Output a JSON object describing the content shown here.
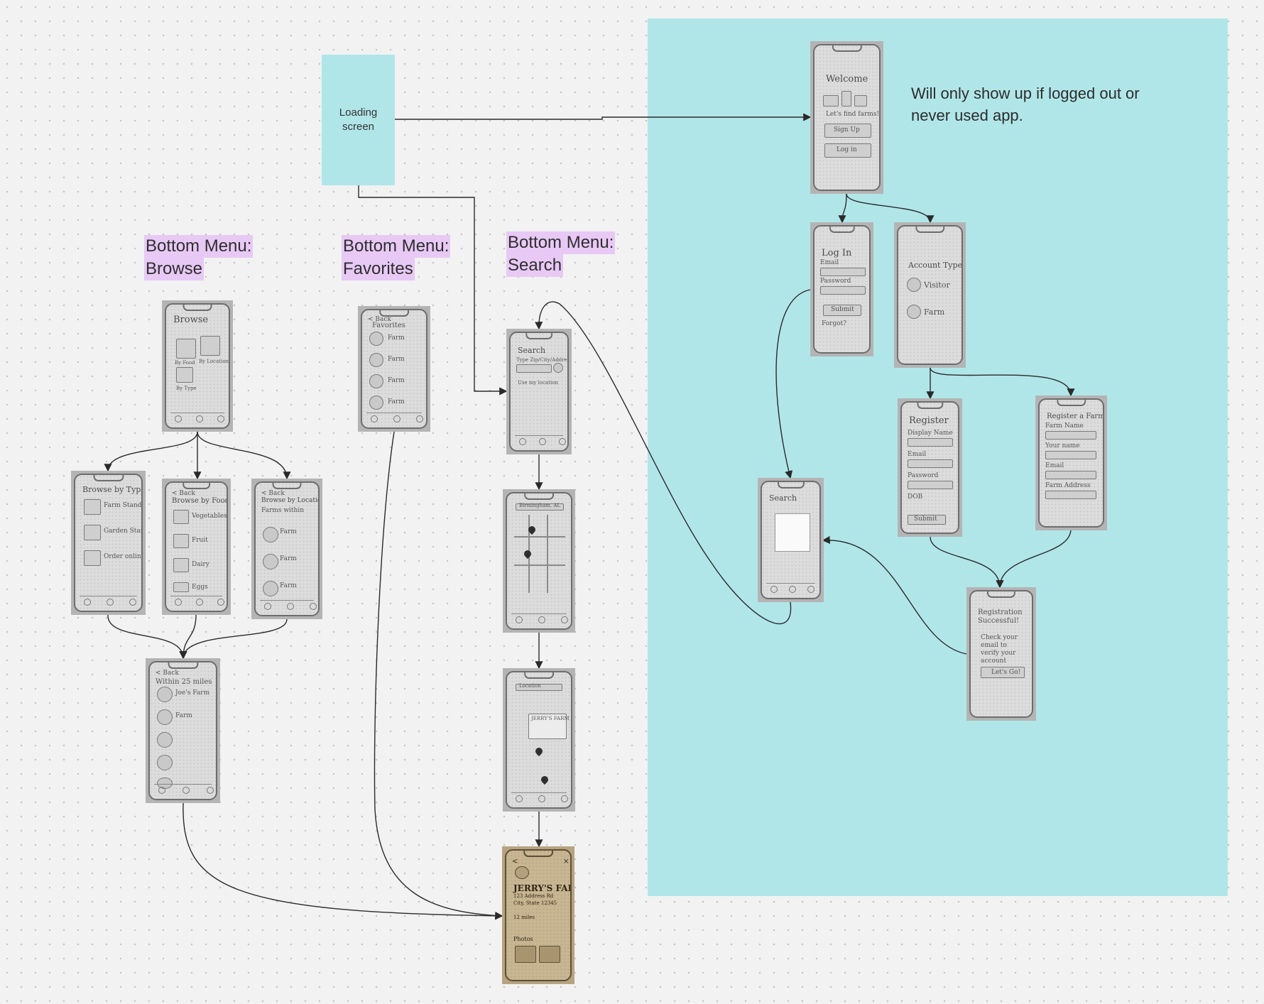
{
  "canvas": {
    "background": "#f2f2f2",
    "dot_color": "#c4c4c4"
  },
  "colors": {
    "region": "#b1e6e9",
    "label_highlight": "#e8c9f5",
    "connector": "#2a2a2a"
  },
  "loading_block": {
    "label": "Loading screen"
  },
  "logged_out_note": "Will only show up if logged out or never used app.",
  "menu_labels": {
    "browse": {
      "line1": "Bottom Menu:",
      "line2": "Browse"
    },
    "favorites": {
      "line1": "Bottom Menu:",
      "line2": "Favorites"
    },
    "search": {
      "line1": "Bottom Menu:",
      "line2": "Search"
    }
  },
  "screens": {
    "welcome": {
      "title": "Welcome",
      "tagline": "Let's find farms!",
      "primary": "Sign Up",
      "secondary": "Log in"
    },
    "login": {
      "title": "Log In",
      "email": "Email",
      "password": "Password",
      "submit": "Submit",
      "forgot": "Forgot?"
    },
    "account_type": {
      "title": "Account Type",
      "option1": "Visitor",
      "option2": "Farm"
    },
    "register": {
      "title": "Register",
      "field1": "Display Name",
      "field2": "Email",
      "field3": "Password",
      "field4": "DOB",
      "submit": "Submit"
    },
    "register_farm": {
      "title": "Register a Farm",
      "field1": "Farm Name",
      "field2": "Your name",
      "field3": "Email",
      "field4": "Farm Address"
    },
    "registration_success": {
      "title": "Registration Successful!",
      "body": "Check your email to verify your account",
      "cta": "Let's Go!"
    },
    "search_popup": {
      "title": "Search"
    },
    "browse": {
      "title": "Browse",
      "item1": "By Food",
      "item2": "By Location",
      "item3": "By Type"
    },
    "browse_type": {
      "title": "Browse by Type",
      "item1": "Farm Stand",
      "item2": "Garden Stand",
      "item3": "Order online"
    },
    "browse_food": {
      "back": "< Back",
      "title": "Browse by Food",
      "item1": "Vegetables",
      "item2": "Fruit",
      "item3": "Dairy",
      "item4": "Eggs"
    },
    "browse_location": {
      "back": "< Back",
      "title": "Browse by Location",
      "subtitle": "Farms within",
      "item1": "Farm",
      "item2": "Farm",
      "item3": "Farm"
    },
    "results": {
      "back": "< Back",
      "title": "Within 25 miles",
      "item1": "Joe's Farm",
      "item2": "Farm"
    },
    "favorites": {
      "back": "< Back",
      "title": "Favorites",
      "item1": "Farm",
      "item2": "Farm",
      "item3": "Farm",
      "item4": "Farm"
    },
    "search": {
      "title": "Search",
      "placeholder": "Type Zip/City/Address",
      "location": "Use my location"
    },
    "map": {
      "query": "Birmingham, AL"
    },
    "map_detail": {
      "query": "Location",
      "callout": "JERRY'S FARM"
    },
    "farm_detail": {
      "title": "JERRY'S FARM",
      "address": "123 Address Rd",
      "city": "City, State 12345",
      "distance": "12 miles",
      "section": "Photos"
    }
  }
}
